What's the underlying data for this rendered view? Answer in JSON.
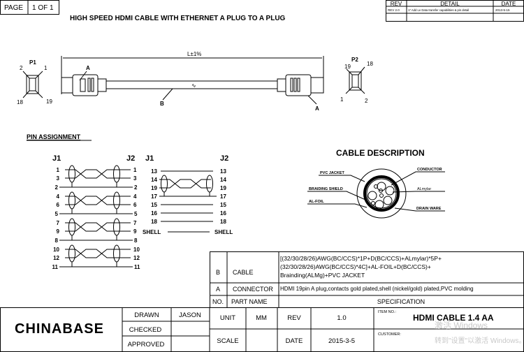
{
  "page": {
    "label": "PAGE",
    "value": "1 OF 1"
  },
  "title": "HIGH SPEED HDMI CABLE WITH ETHERNET A PLUG TO A PLUG",
  "revision_table": {
    "headers": [
      "REV",
      "DETAIL",
      "DATE"
    ],
    "rows": [
      {
        "rev": "REV 2.0",
        "detail": "1* Add Le Data transfer capabilities & pin detail",
        "date": "2013-5-15"
      }
    ]
  },
  "drawing": {
    "p1": "P1",
    "p2": "P2",
    "p1_pins": [
      "2",
      "1",
      "18",
      "19"
    ],
    "p2_pins": [
      "19",
      "18",
      "1",
      "2"
    ],
    "length": "L±1%",
    "callout_a": "A",
    "callout_b": "B"
  },
  "pin_assignment": {
    "title": "PIN ASSIGNMENT",
    "j1": "J1",
    "j2": "J2",
    "groups": [
      {
        "pair": [
          "1",
          "3"
        ],
        "drain": "2"
      },
      {
        "pair": [
          "4",
          "6"
        ],
        "drain": "5"
      },
      {
        "pair": [
          "7",
          "9"
        ],
        "drain": "8"
      },
      {
        "pair": [
          "10",
          "12"
        ],
        "drain": "11"
      }
    ],
    "right": {
      "top": "13",
      "pair": [
        "14",
        "19"
      ],
      "drain": "17",
      "singles": [
        "15",
        "16",
        "18"
      ],
      "shell": "SHELL"
    }
  },
  "cable_description": {
    "title": "CABLE DESCRIPTION",
    "labels": {
      "pvc_jacket": "PVC JACKET",
      "braiding_shield": "BRAIDING SHIELD",
      "al_foil": "AL-FOIL",
      "conductor": "CONDUCTOR",
      "almylar": "ALmylar",
      "drain_ware": "DRAIN WARE"
    }
  },
  "spec_table": {
    "rows": [
      {
        "no": "B",
        "part": "CABLE",
        "spec": [
          "[(32/30/28/26)AWG(BC/CCS)*1P+D(BC/CCS)+ALmylar)*5P+",
          "(32/30/28/26)AWG(BC/CCS)*4C]+AL-FOIL+D(BC/CCS)+",
          "Brainding(ALMg)+PVC JACKET"
        ]
      },
      {
        "no": "A",
        "part": "CONNECTOR",
        "spec": [
          "HDMI 19pin A plug,contacts gold plated,shell (nickel/gold) plated,PVC molding"
        ]
      }
    ],
    "headers": {
      "no": "NO.",
      "part": "PART NAME",
      "spec": "SPECIFICATION"
    }
  },
  "title_block": {
    "company": "CHINABASE",
    "drawn_label": "DRAWN",
    "drawn_value": "JASON",
    "checked_label": "CHECKED",
    "approved_label": "APPROVED",
    "unit_label": "UNIT",
    "unit_value": "MM",
    "scale_label": "SCALE",
    "rev_label": "REV",
    "rev_value": "1.0",
    "date_label": "DATE",
    "date_value": "2015-3-5",
    "item_no_label": "ITEM NO.:",
    "item_no_value": "HDMI CABLE 1.4 AA",
    "customer_label": "CUSTOMER:"
  },
  "watermark": [
    "激活 Windows",
    "转到\"设置\"以激活 Windows。"
  ]
}
